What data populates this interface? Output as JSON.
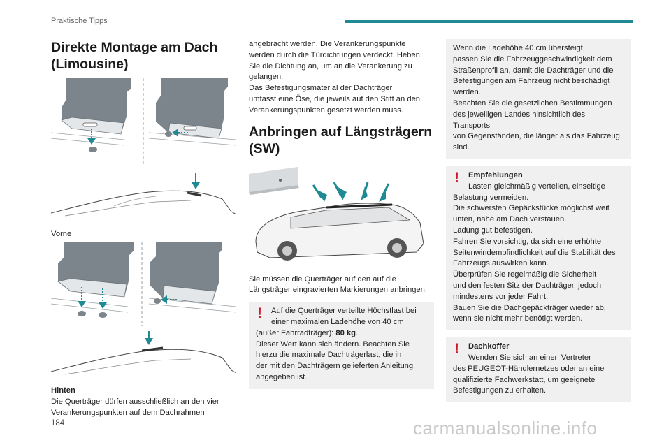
{
  "header": {
    "section": "Praktische Tipps",
    "accent_color": "#1f8a93"
  },
  "page_number": "184",
  "watermark": "carmanualsonline.info",
  "col1": {
    "title_line1": "Direkte Montage am Dach",
    "title_line2": "(Limousine)",
    "caption_front": "Vorne",
    "caption_rear": "Hinten",
    "para_lines": [
      "Die Querträger dürfen ausschließlich an den vier",
      "Verankerungspunkten auf dem Dachrahmen"
    ]
  },
  "col2": {
    "para1_lines": [
      "angebracht werden. Die Verankerungspunkte",
      "werden durch die Türdichtungen verdeckt. Heben",
      "Sie die Dichtung an, um an die Verankerung zu",
      "gelangen.",
      "Das Befestigungsmaterial der Dachträger",
      "umfasst eine Öse, die jeweils auf den Stift an den",
      "Verankerungspunkten gesetzt werden muss."
    ],
    "title_line1": "Anbringen auf Längsträgern",
    "title_line2": "(SW)",
    "para2_lines": [
      "Sie müssen die Querträger auf den auf die",
      "Längsträger eingravierten Markierungen anbringen."
    ],
    "notice": {
      "line1": "Auf die Querträger verteilte Höchstlast bei",
      "line2": "einer maximalen Ladehöhe von 40 cm",
      "line3_prefix": "(außer Fahrradträger): ",
      "line3_bold": "80 kg",
      "line3_suffix": ".",
      "rest_lines": [
        "Dieser Wert kann sich ändern. Beachten Sie",
        "hierzu die maximale Dachträgerlast, die in",
        "der mit den Dachträgern gelieferten Anleitung",
        "angegeben ist."
      ]
    }
  },
  "col3": {
    "box1_lines": [
      "Wenn die Ladehöhe 40 cm übersteigt,",
      "passen Sie die Fahrzeuggeschwindigkeit dem",
      "Straßenprofil an, damit die Dachträger und die",
      "Befestigungen am Fahrzeug nicht beschädigt",
      "werden.",
      "Beachten Sie die gesetzlichen Bestimmungen",
      "des jeweiligen Landes hinsichtlich des Transports",
      "von Gegenständen, die länger als das Fahrzeug",
      "sind."
    ],
    "box2": {
      "title": "Empfehlungen",
      "first_line": "Lasten gleichmäßig verteilen, einseitige",
      "rest_lines": [
        "Belastung vermeiden.",
        "Die schwersten Gepäckstücke möglichst weit",
        "unten, nahe am Dach verstauen.",
        "Ladung gut befestigen.",
        "Fahren Sie vorsichtig, da sich eine erhöhte",
        "Seitenwindempfindlichkeit auf die Stabilität des",
        "Fahrzeugs auswirken kann.",
        "Überprüfen Sie regelmäßig die Sicherheit",
        "und den festen Sitz der Dachträger, jedoch",
        "mindestens vor jeder Fahrt.",
        "Bauen Sie die Dachgepäckträger wieder ab,",
        "wenn sie nicht mehr benötigt werden."
      ]
    },
    "box3": {
      "title": "Dachkoffer",
      "first_line": "Wenden Sie sich an einen Vertreter",
      "rest_lines": [
        "des PEUGEOT-Händlernetzes oder an eine",
        "qualifizierte Fachwerkstatt, um geeignete",
        "Befestigungen zu erhalten."
      ]
    }
  },
  "colors": {
    "warning": "#d0142c",
    "arrow": "#1f8a93",
    "notice_bg": "#f0f0f0"
  }
}
